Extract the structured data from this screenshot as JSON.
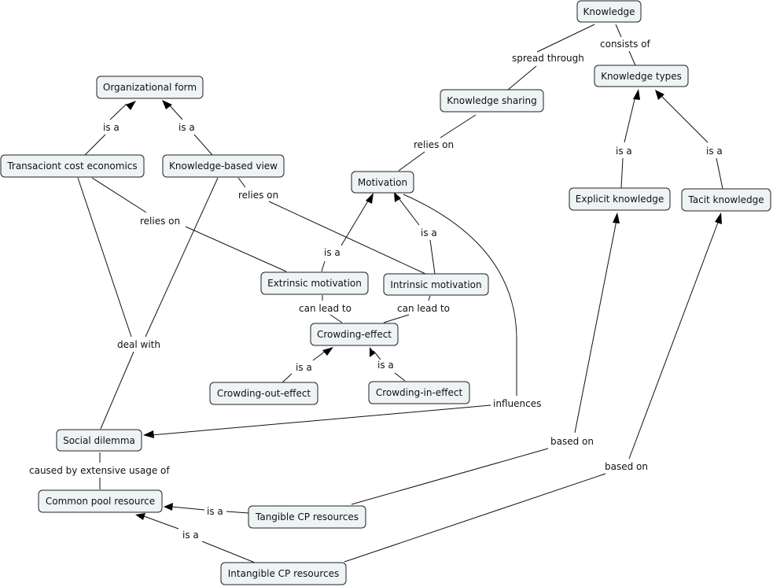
{
  "concepts": {
    "knowledge": "Knowledge",
    "knowledge_types": "Knowledge types",
    "knowledge_sharing": "Knowledge sharing",
    "organizational_form": "Organizational form",
    "transaction_cost_economics": "Transaciont cost economics",
    "knowledge_based_view": "Knowledge-based view",
    "motivation": "Motivation",
    "explicit_knowledge": "Explicit knowledge",
    "tacit_knowledge": "Tacit knowledge",
    "extrinsic_motivation": "Extrinsic motivation",
    "intrinsic_motivation": "Intrinsic motivation",
    "crowding_effect": "Crowding-effect",
    "crowding_out_effect": "Crowding-out-effect",
    "crowding_in_effect": "Crowding-in-effect",
    "social_dilemma": "Social dilemma",
    "common_pool_resource": "Common pool resource",
    "tangible_cp_resources": "Tangible CP resources",
    "intangible_cp_resources": "Intangible CP resources"
  },
  "links": {
    "spread_through": "spread through",
    "consists_of": "consists of",
    "relies_on_sharing": "relies on",
    "is_a_tce": "is a",
    "is_a_kbv": "is a",
    "relies_on_tce": "relies on",
    "relies_on_kbv": "relies on",
    "is_a_explicit": "is a",
    "is_a_tacit": "is a",
    "is_a_extrinsic": "is a",
    "is_a_intrinsic": "is a",
    "can_lead_to_extrinsic": "can lead to",
    "can_lead_to_intrinsic": "can lead to",
    "is_a_crowding_out": "is a",
    "is_a_crowding_in": "is a",
    "deal_with": "deal with",
    "influences": "influences",
    "caused_by": "caused by extensive usage of",
    "is_a_tangible": "is a",
    "is_a_intangible": "is a",
    "based_on_tangible": "based on",
    "based_on_intangible": "based on"
  }
}
